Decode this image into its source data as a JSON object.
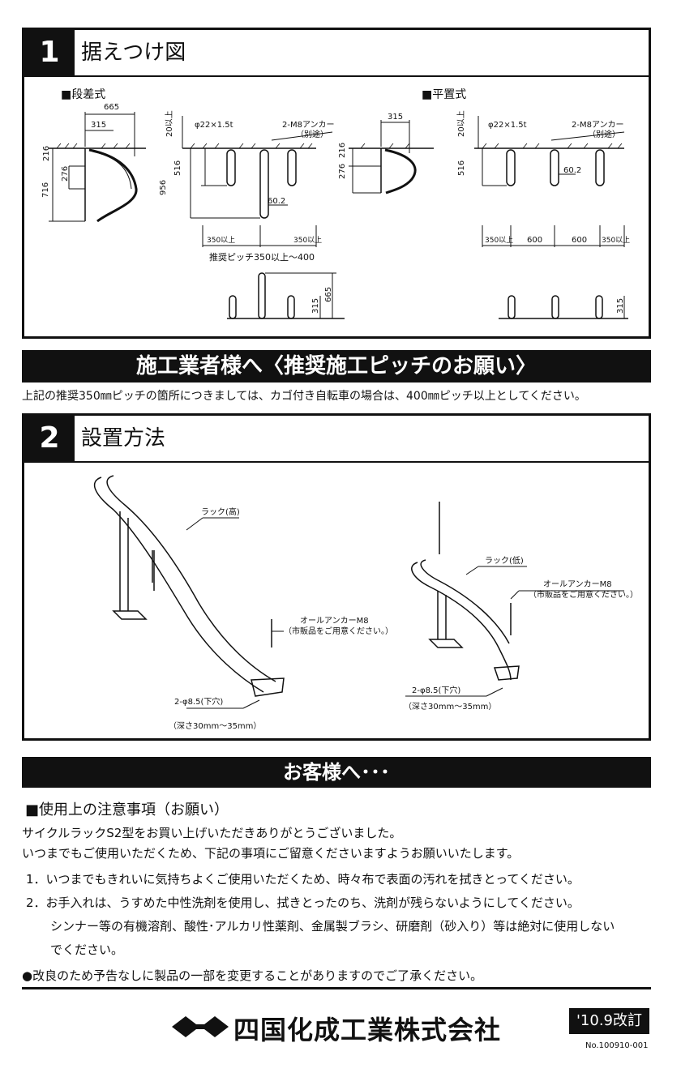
{
  "section1": {
    "number": "1",
    "title": "据えつけ図",
    "step_type_label": "■段差式",
    "flat_type_label": "■平置式",
    "dims_step": {
      "d665": "665",
      "d315": "315",
      "d216": "216",
      "d276": "276",
      "d716": "716",
      "pipe": "φ22×1.5t",
      "min20": "20以上",
      "d516": "516",
      "d956": "956",
      "anchor": "2-M8アンカー",
      "separate": "（別途）",
      "d60_2": "60.2",
      "min350a": "350以上",
      "min350b": "350以上",
      "pitch": "推奨ピッチ350以上～400",
      "elev315": "315",
      "elev665": "665"
    },
    "dims_flat": {
      "d315": "315",
      "d276": "276",
      "d216": "216",
      "pipe": "φ22×1.5t",
      "min20": "20以上",
      "d516": "516",
      "anchor": "2-M8アンカー",
      "separate": "（別途）",
      "d60_2": "60.2",
      "min350a": "350以上",
      "d600a": "600",
      "d600b": "600",
      "min350b": "350以上",
      "elev315": "315"
    }
  },
  "installer_notice": {
    "title": "施工業者様へ〈推奨施工ピッチのお願い〉",
    "text": "上記の推奨350㎜ピッチの箇所につきましては、カゴ付き自転車の場合は、400㎜ピッチ以上としてください。"
  },
  "section2": {
    "number": "2",
    "title": "設置方法",
    "rack_high": "ラック(高)",
    "rack_low": "ラック(低)",
    "anchor_left": "オールアンカーM8",
    "anchor_left_note": "（市販品をご用意ください。）",
    "anchor_right": "オールアンカーM8",
    "anchor_right_note": "（市販品をご用意ください。）",
    "hole_left": "2-φ8.5(下穴)",
    "hole_left_depth": "（深さ30mm～35mm）",
    "hole_right": "2-φ8.5(下穴)",
    "hole_right_depth": "（深さ30mm～35mm）"
  },
  "customer": {
    "title": "お客様へ･･･",
    "subtitle": "■使用上の注意事項（お願い）",
    "intro1": "サイクルラックS2型をお買い上げいただきありがとうございました。",
    "intro2": "いつまでもご使用いただくため、下記の事項にご留意くださいますようお願いいたします。",
    "item1": "1．いつまでもきれいに気持ちよくご使用いただくため、時々布で表面の汚れを拭きとってください。",
    "item2a": "2．お手入れは、うすめた中性洗剤を使用し、拭きとったのち、洗剤が残らないようにしてください。",
    "item2b": "シンナー等の有機溶剤、酸性･アルカリ性薬剤、金属製ブラシ、研磨剤（砂入り）等は絶対に使用しない",
    "item2c": "でください。",
    "improve": "●改良のため予告なしに製品の一部を変更することがありますのでご了承ください。"
  },
  "footer": {
    "company": "四国化成工業株式会社",
    "revision": "'10.9改訂",
    "doc_no": "No.100910-001"
  }
}
